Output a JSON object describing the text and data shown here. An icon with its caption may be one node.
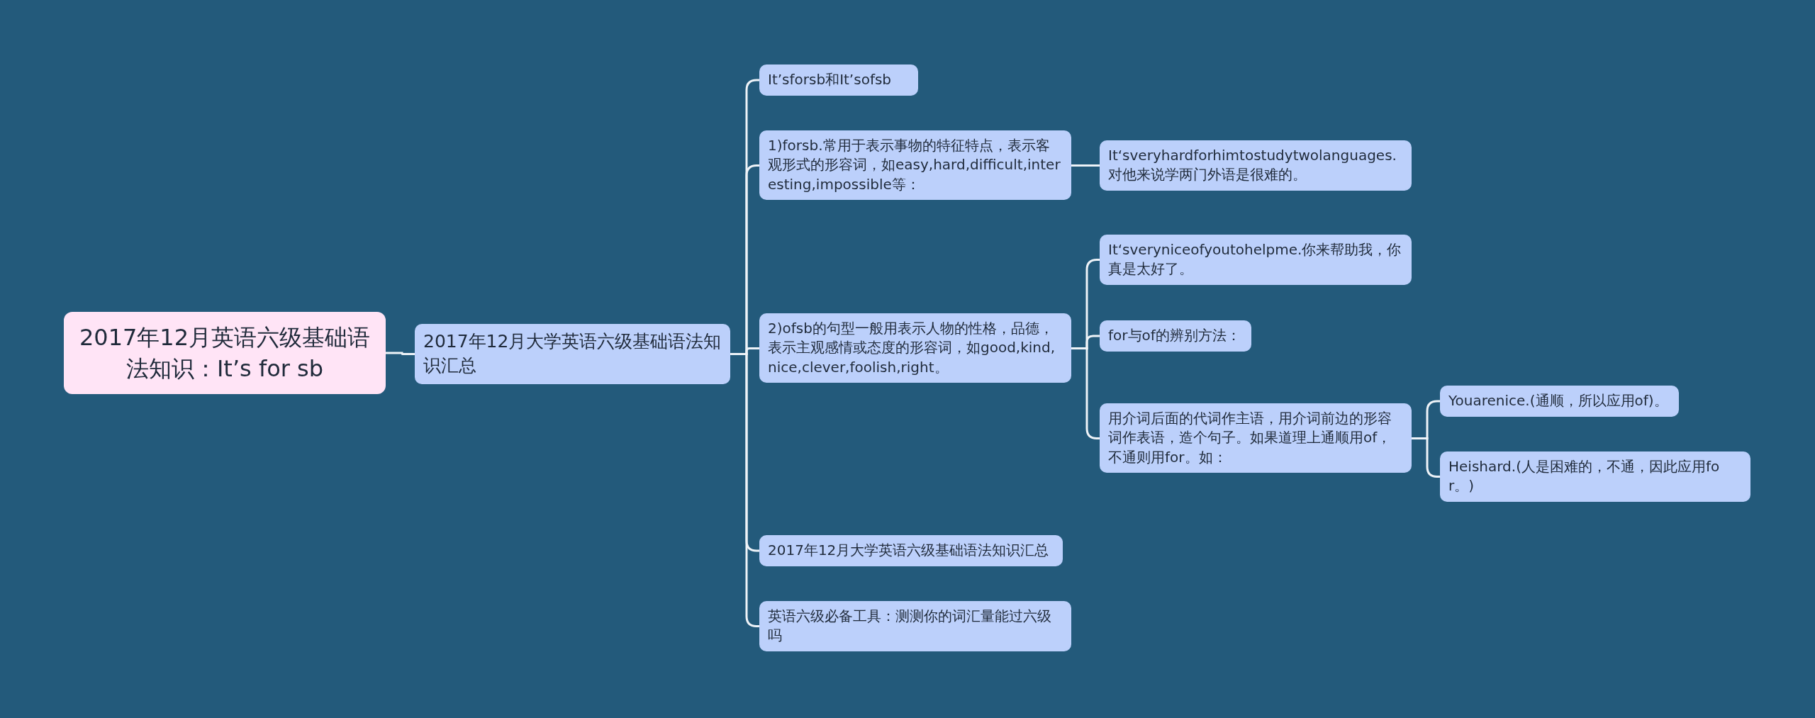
{
  "diagram": {
    "nodes": [
      {
        "text": [
          "2017年12月英语六级基础语法知识：It’s for sb"
        ]
      },
      {
        "text": [
          "2017年12月大学英语六级基础语法知识汇总"
        ]
      },
      {
        "text": [
          "It’sforsb和It’sofsb"
        ]
      },
      {
        "text": [
          "1)forsb.常用于表示事物的特征特点，表示客观形式的形容词，如easy,hard,difficult,interesting,impossible等："
        ]
      },
      {
        "text": [
          "It‘sveryhardforhimtostudytwolanguages.对他来说学两门外语是很难的。"
        ]
      },
      {
        "text": [
          "2)ofsb的句型一般用表示人物的性格，品德，表示主观感情或态度的形容词，如good,kind,nice,clever,foolish,right。"
        ]
      },
      {
        "text": [
          "It‘sveryniceofyoutohelpme.你来帮助我，你真是太好了。"
        ]
      },
      {
        "text": [
          "for与of的辨别方法："
        ]
      },
      {
        "text": [
          "用介词后面的代词作主语，用介词前边的形容词作表语，造个句子。如果道理上通顺用of，不通则用for。如："
        ]
      },
      {
        "text": [
          "Youarenice.(通顺，所以应用of)。"
        ]
      },
      {
        "text": [
          "Heishard.(人是困难的，不通，因此应用for。)"
        ]
      },
      {
        "text": [
          "2017年12月大学英语六级基础语法知识汇总"
        ]
      },
      {
        "text": [
          "英语六级必备工具：测测你的词汇量能过六级吗"
        ]
      }
    ],
    "edges": [
      {
        "from": 0,
        "to": 1,
        "arrow": "none"
      },
      {
        "from": 1,
        "to": 2,
        "arrow": "none"
      },
      {
        "from": 1,
        "to": 3,
        "arrow": "none"
      },
      {
        "from": 1,
        "to": 5,
        "arrow": "none"
      },
      {
        "from": 1,
        "to": 11,
        "arrow": "none"
      },
      {
        "from": 1,
        "to": 12,
        "arrow": "none"
      },
      {
        "from": 3,
        "to": 4,
        "arrow": "none"
      },
      {
        "from": 5,
        "to": 6,
        "arrow": "none"
      },
      {
        "from": 5,
        "to": 7,
        "arrow": "none"
      },
      {
        "from": 5,
        "to": 8,
        "arrow": "none"
      },
      {
        "from": 8,
        "to": 9,
        "arrow": "none"
      },
      {
        "from": 8,
        "to": 10,
        "arrow": "none"
      }
    ]
  }
}
